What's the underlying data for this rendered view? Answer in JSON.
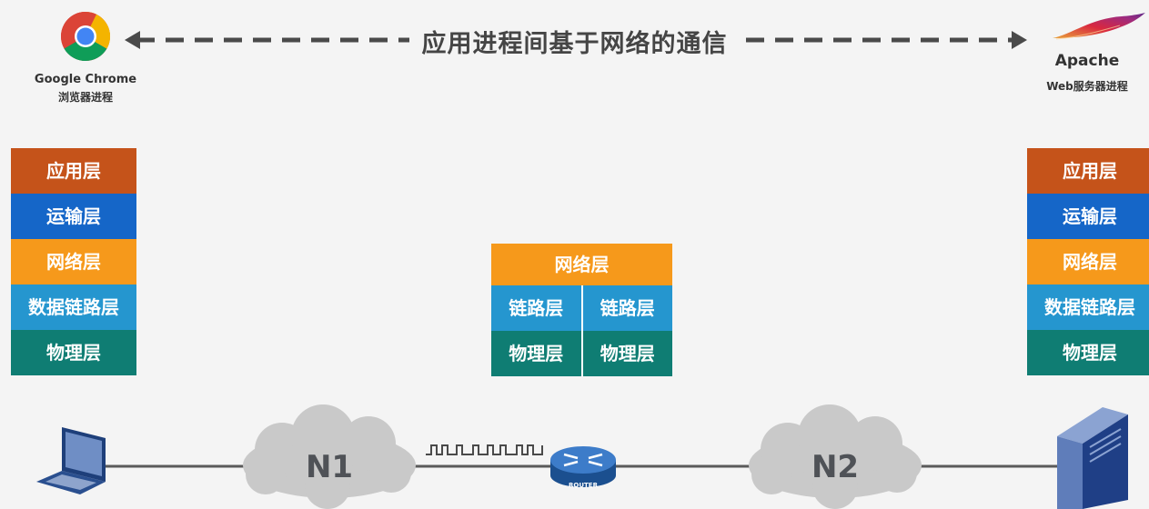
{
  "title": "应用进程间基于网络的通信",
  "left_host": {
    "app_name": "Google Chrome",
    "app_desc": "浏览器进程",
    "layers": [
      "应用层",
      "运输层",
      "网络层",
      "数据链路层",
      "物理层"
    ]
  },
  "right_host": {
    "app_name": "Apache",
    "app_desc": "Web服务器进程",
    "layers": [
      "应用层",
      "运输层",
      "网络层",
      "数据链路层",
      "物理层"
    ]
  },
  "router": {
    "network_layer": "网络层",
    "link_left": "链路层",
    "link_right": "链路层",
    "phy_left": "物理层",
    "phy_right": "物理层",
    "label": "ROUTER"
  },
  "networks": [
    "N1",
    "N2"
  ],
  "colors": {
    "application": "#c5531a",
    "transport": "#1566c8",
    "network": "#f6991b",
    "datalink": "#2596cf",
    "physical": "#0f7d73"
  }
}
